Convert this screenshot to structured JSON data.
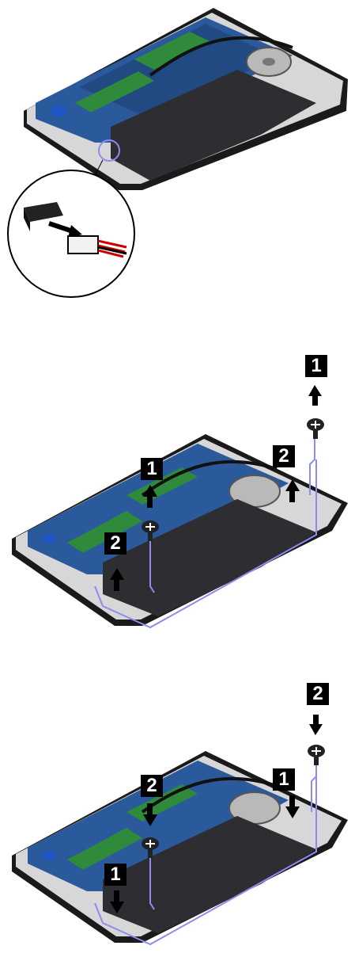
{
  "panels": [
    {
      "id": "disconnect-battery-connector",
      "badges": []
    },
    {
      "id": "remove-screws",
      "badges": [
        {
          "label": "1"
        },
        {
          "label": "2"
        },
        {
          "label": "1"
        },
        {
          "label": "2"
        }
      ]
    },
    {
      "id": "install-screws",
      "badges": [
        {
          "label": "2"
        },
        {
          "label": "1"
        },
        {
          "label": "2"
        },
        {
          "label": "1"
        }
      ]
    }
  ],
  "colors": {
    "board": "#2a5a9c",
    "board_dark": "#1c3f73",
    "chassis": "#1a1a1a",
    "battery": "#2e2e32",
    "callout": "#8c8cf0",
    "memory": "#2f8a3c",
    "coin_cell": "#2056c8"
  }
}
